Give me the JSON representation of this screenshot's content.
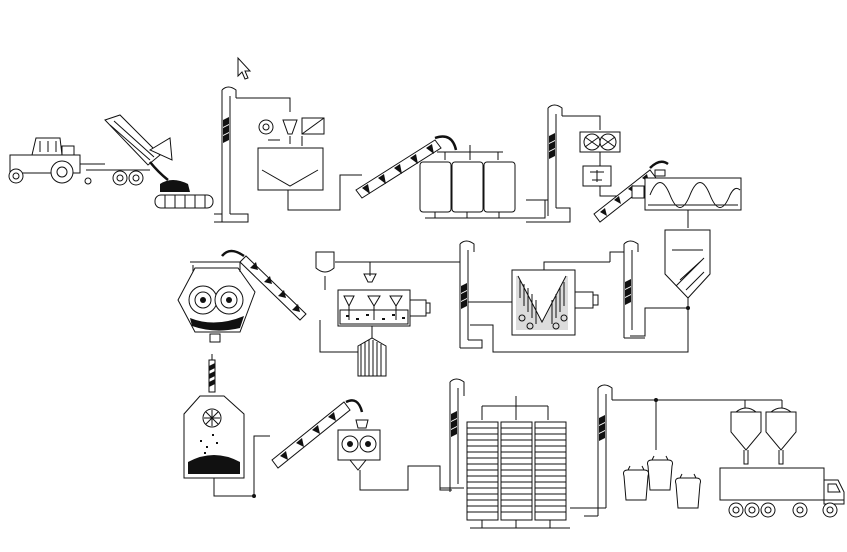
{
  "diagram": {
    "kind": "process-flow",
    "line_color": "#111111",
    "background": "#ffffff",
    "stages": [
      {
        "id": "delivery",
        "icons": [
          "tractor-icon",
          "tipping-trailer-icon"
        ]
      },
      {
        "id": "receiving-conveyor",
        "icons": [
          "belt-conveyor-icon"
        ]
      },
      {
        "id": "elevator-1",
        "icons": [
          "bucket-elevator-icon"
        ]
      },
      {
        "id": "pre-cleaning",
        "icons": [
          "fan-icon",
          "hopper-icon",
          "magnet-icon",
          "cleaner-icon"
        ]
      },
      {
        "id": "screw-conveyor-1",
        "icons": [
          "screw-conveyor-icon"
        ]
      },
      {
        "id": "storage-tanks",
        "icons": [
          "tank-icon"
        ]
      },
      {
        "id": "elevator-2",
        "icons": [
          "bucket-elevator-icon"
        ]
      },
      {
        "id": "blower-weighing",
        "icons": [
          "blower-icon",
          "scale-icon"
        ]
      },
      {
        "id": "screw-mixer",
        "icons": [
          "screw-mixer-icon"
        ]
      },
      {
        "id": "cyclone",
        "icons": [
          "cyclone-icon"
        ]
      },
      {
        "id": "crusher",
        "icons": [
          "roller-crusher-icon"
        ]
      },
      {
        "id": "dosing-mixer",
        "icons": [
          "dosing-tank-icon",
          "mixer-icon",
          "motor-icon"
        ]
      },
      {
        "id": "sieve",
        "icons": [
          "sieve-drum-icon"
        ]
      },
      {
        "id": "conditioner",
        "icons": [
          "conditioner-icon"
        ]
      },
      {
        "id": "cooler-dryer",
        "icons": [
          "cooler-icon"
        ]
      },
      {
        "id": "pellet-mill",
        "icons": [
          "pellet-mill-icon"
        ]
      },
      {
        "id": "finished-silos",
        "icons": [
          "silo-icon"
        ]
      },
      {
        "id": "bagging",
        "icons": [
          "big-bag-icon"
        ]
      },
      {
        "id": "bulk-loading",
        "icons": [
          "loading-silo-icon",
          "truck-icon"
        ]
      }
    ]
  }
}
